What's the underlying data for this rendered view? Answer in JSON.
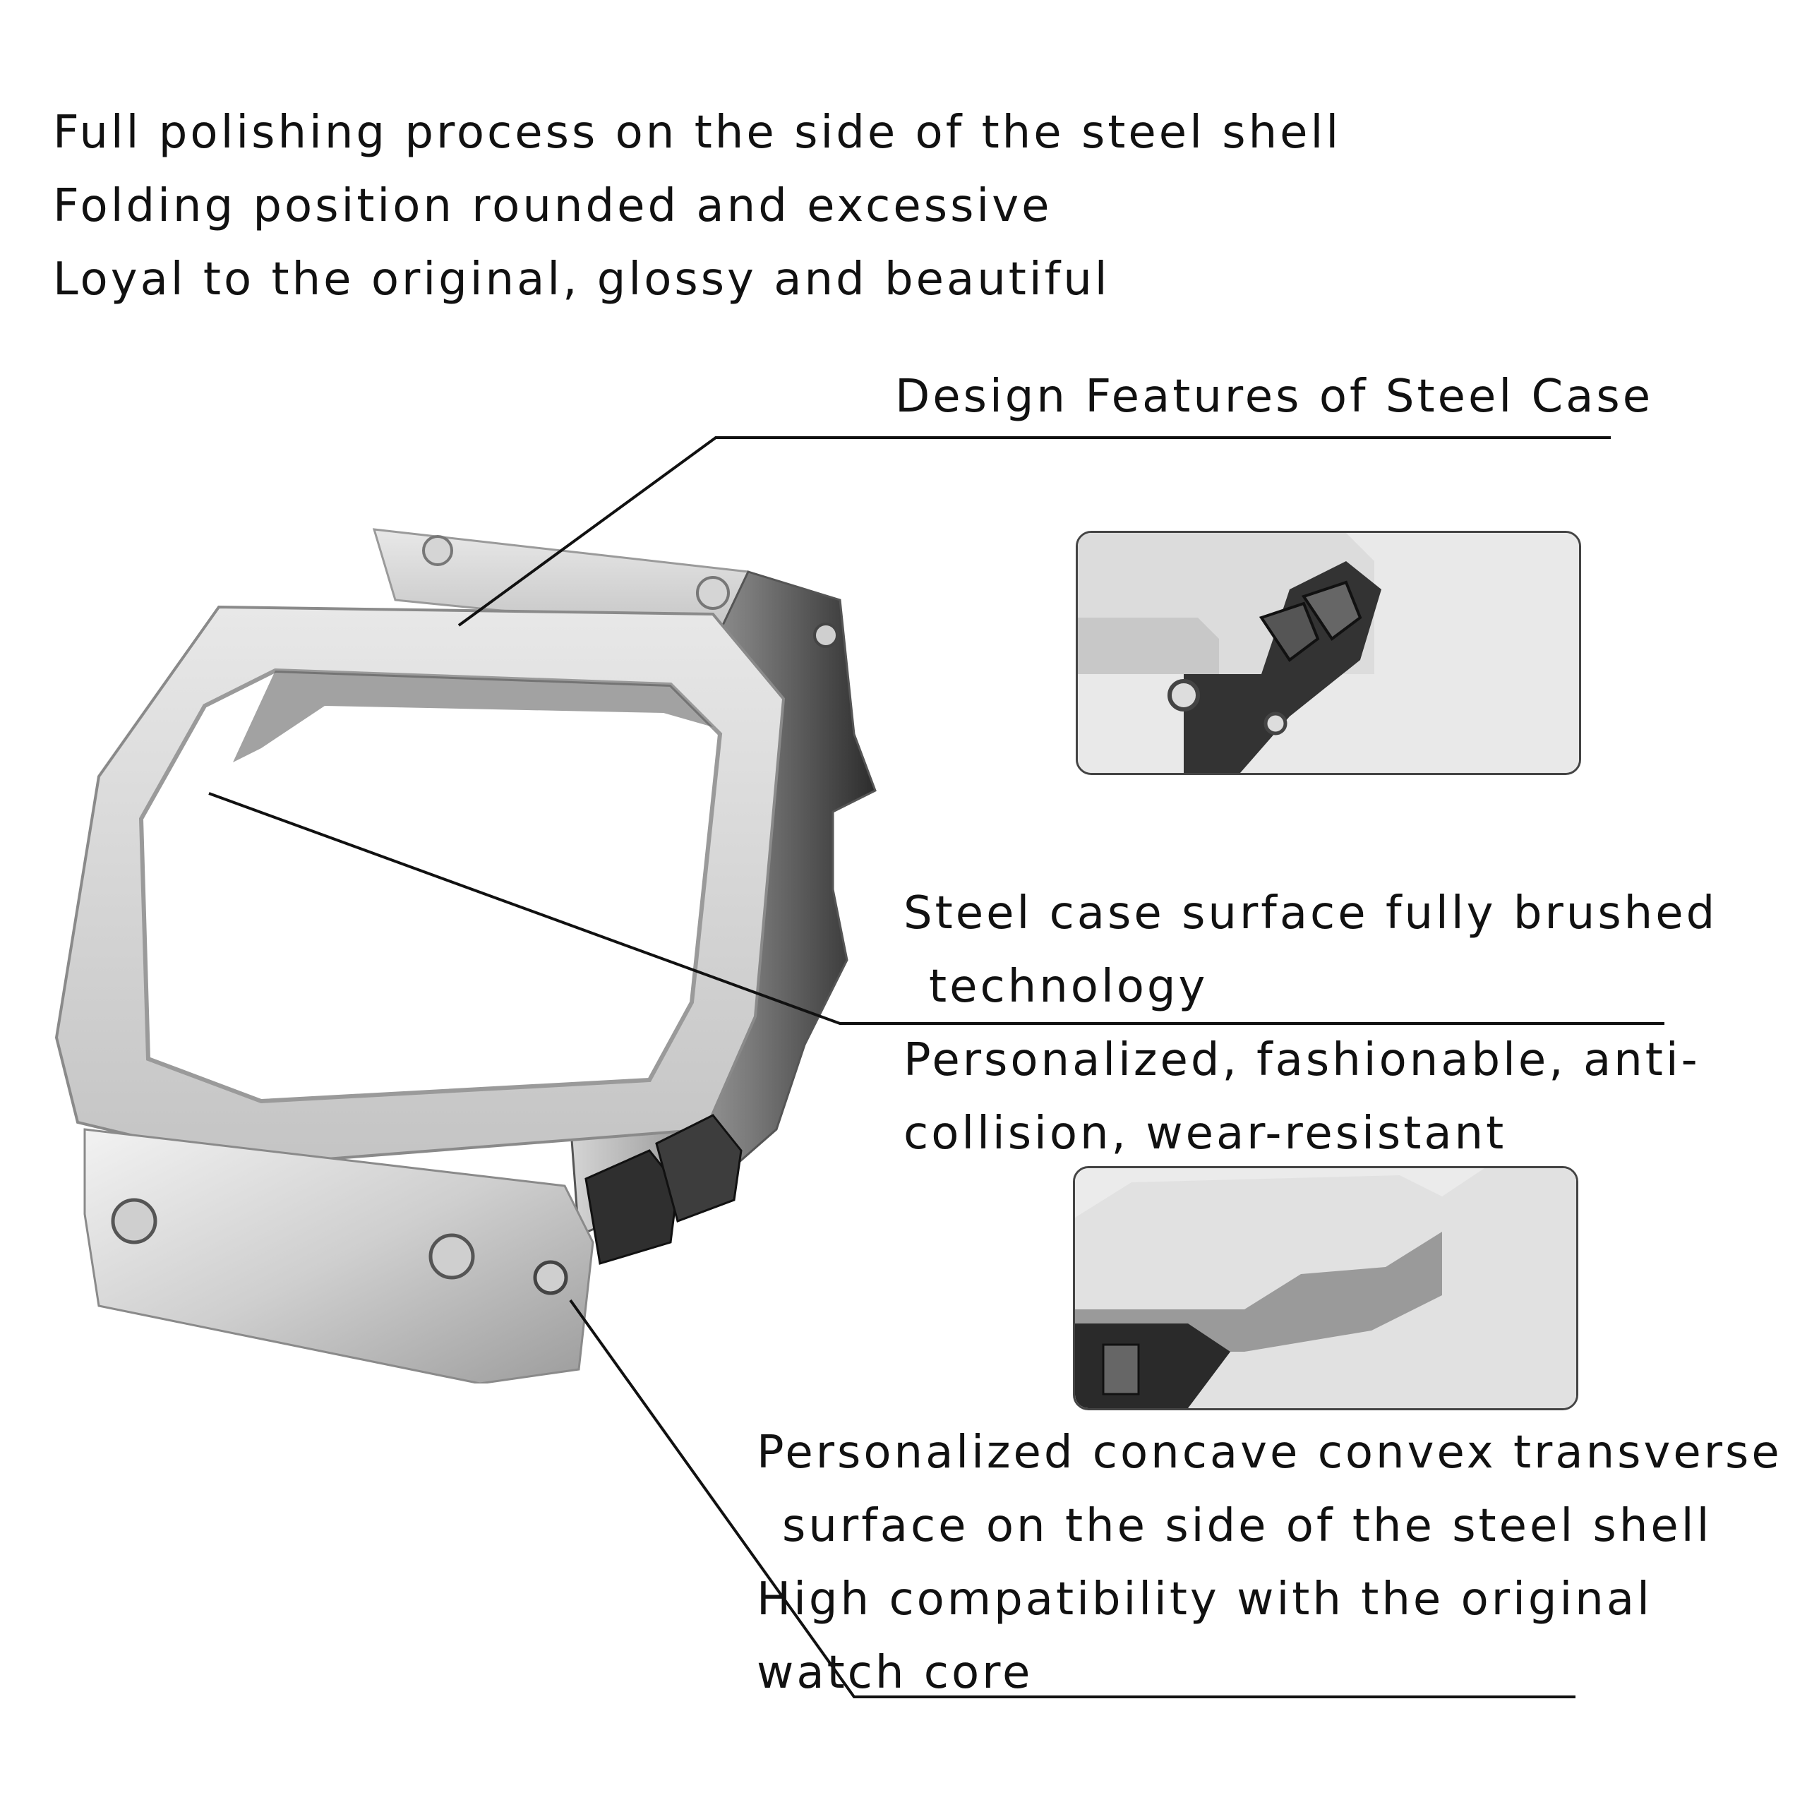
{
  "intro": {
    "lines": [
      "Full polishing process on the side of the steel shell",
      "Folding position rounded and excessive",
      "Loyal to the original, glossy and beautiful"
    ]
  },
  "heading": "Design Features of Steel Case",
  "feature_brushed": {
    "lines": [
      "Steel case surface fully brushed",
      "technology",
      "Personalized, fashionable, anti-",
      "collision, wear-resistant"
    ]
  },
  "feature_concave": {
    "lines": [
      "Personalized concave convex transverse",
      "surface on the side of the steel shell",
      "High compatibility with the original",
      "watch core"
    ]
  },
  "colors": {
    "text": "#111111",
    "background": "#ffffff",
    "steel_light": "#e4e4e4",
    "steel_mid": "#bdbdbd",
    "steel_dark": "#3a3a3a"
  }
}
